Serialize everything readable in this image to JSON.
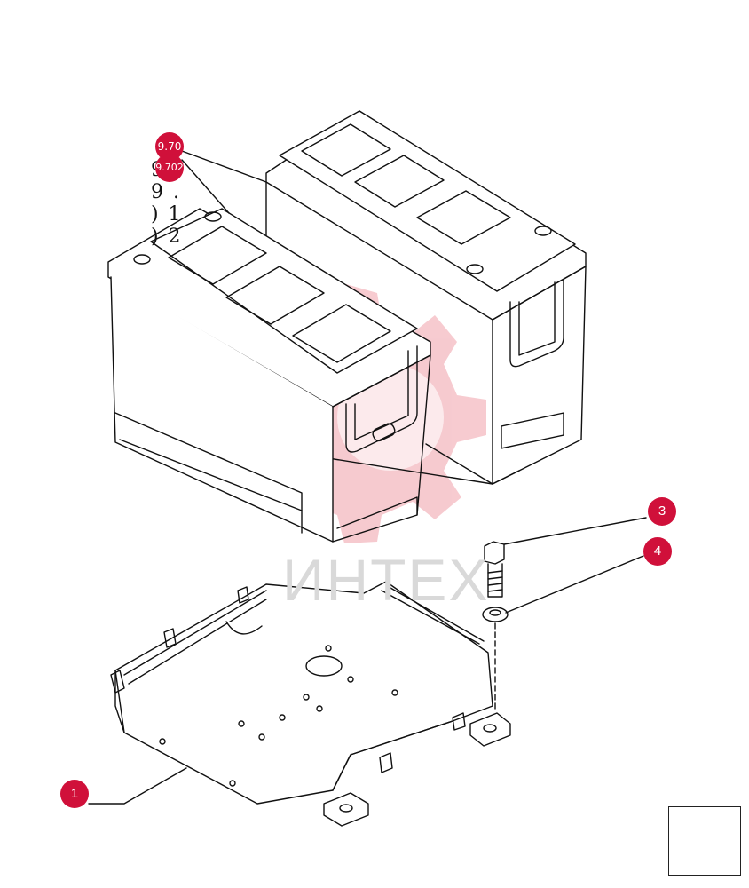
{
  "references": [
    {
      "prefix": "9 .",
      "badge": "9.70",
      "suffix": ") 1"
    },
    {
      "prefix": "9 .",
      "badge": "9.702",
      "suffix": ") 2"
    }
  ],
  "callouts": [
    {
      "number": "1"
    },
    {
      "number": "3"
    },
    {
      "number": "4"
    }
  ],
  "watermark": {
    "text": "ИНТЕХ"
  },
  "colors": {
    "callout": "#d0103a",
    "line": "#111111",
    "watermark": "#f2b8bf"
  },
  "icons": {
    "nav": "arrow-left-down-icon"
  }
}
